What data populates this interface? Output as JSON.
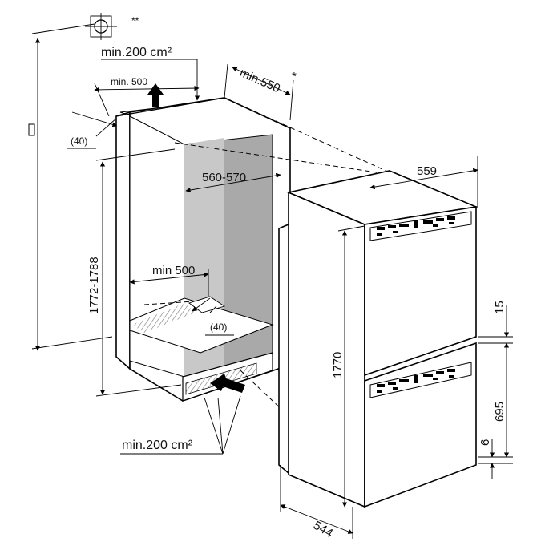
{
  "labels": {
    "vent_top": "min.200 cm²",
    "vent_bottom": "min.200 cm²",
    "min500_top": "min. 500",
    "min500_inner": "min 500",
    "depth_min": "min.550",
    "asterisk": "*",
    "double_asterisk": "**",
    "gap40_top": "(40)",
    "gap40_inner": "(40)",
    "niche_width": "560-570",
    "niche_height": "1772-1788",
    "appliance_width": "559",
    "appliance_height": "1770",
    "appliance_depth": "544",
    "door_gap": "15",
    "lower_door": "695",
    "base_gap": "6"
  },
  "icons": [
    "level-icon",
    "arrow-up-icon",
    "arrow-in-icon"
  ],
  "colors": {
    "line": "#000000",
    "niche_fill": "#a9a9a9",
    "niche_side": "#c8c8c8"
  }
}
